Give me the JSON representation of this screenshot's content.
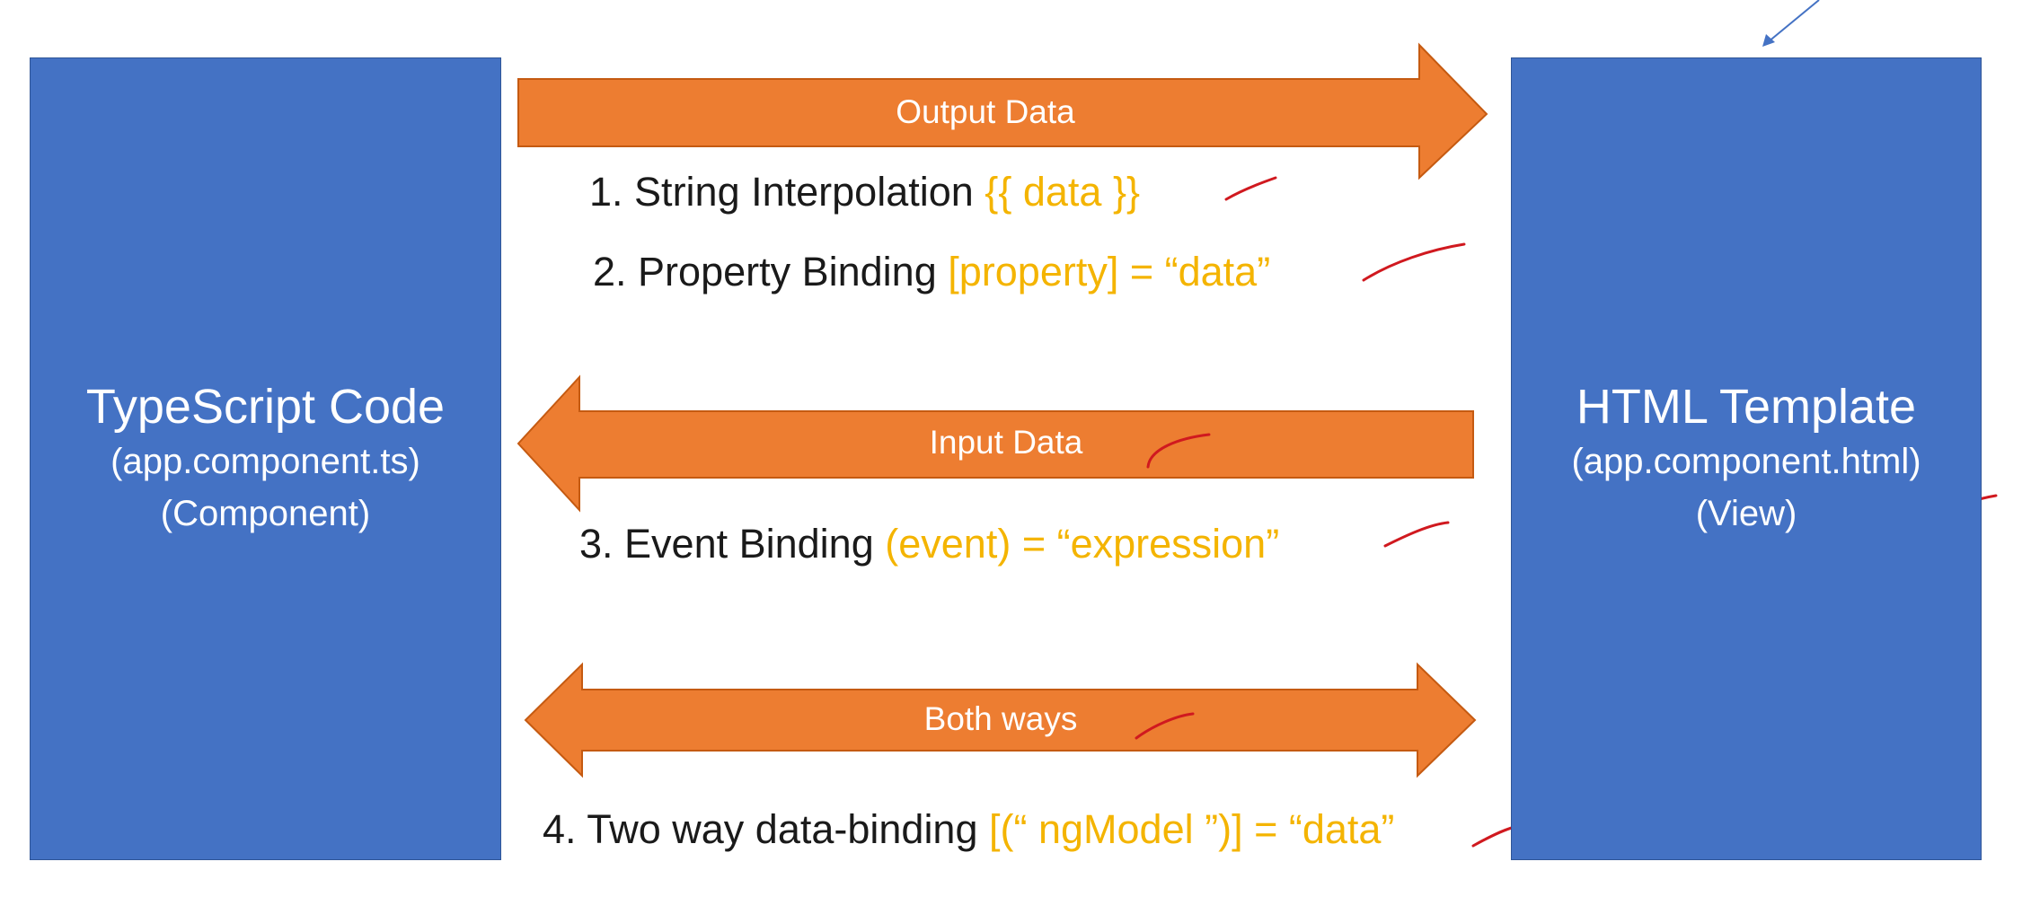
{
  "colors": {
    "box": "#4472c4",
    "arrow": "#ed7d31",
    "code": "#f4b400",
    "annotation": "#d0191f",
    "pointer": "#4472c4"
  },
  "left_box": {
    "title": "TypeScript Code",
    "file": "(app.component.ts)",
    "role": "(Component)"
  },
  "right_box": {
    "title": "HTML Template",
    "file": "(app.component.html)",
    "role": "(View)"
  },
  "arrows": {
    "output": {
      "label": "Output Data",
      "direction": "right"
    },
    "input": {
      "label": "Input Data",
      "direction": "left"
    },
    "both": {
      "label": "Both ways",
      "direction": "both"
    }
  },
  "items": [
    {
      "number": "1.",
      "text": "String Interpolation",
      "code": "{{ data }}"
    },
    {
      "number": "2.",
      "text": "Property Binding",
      "code": "[property] = “data”"
    },
    {
      "number": "3.",
      "text": "Event Binding",
      "code": "(event) = “expression”"
    },
    {
      "number": "4.",
      "text": "Two way data-binding",
      "code": "[(“ ngModel ”)] = “data”"
    }
  ]
}
